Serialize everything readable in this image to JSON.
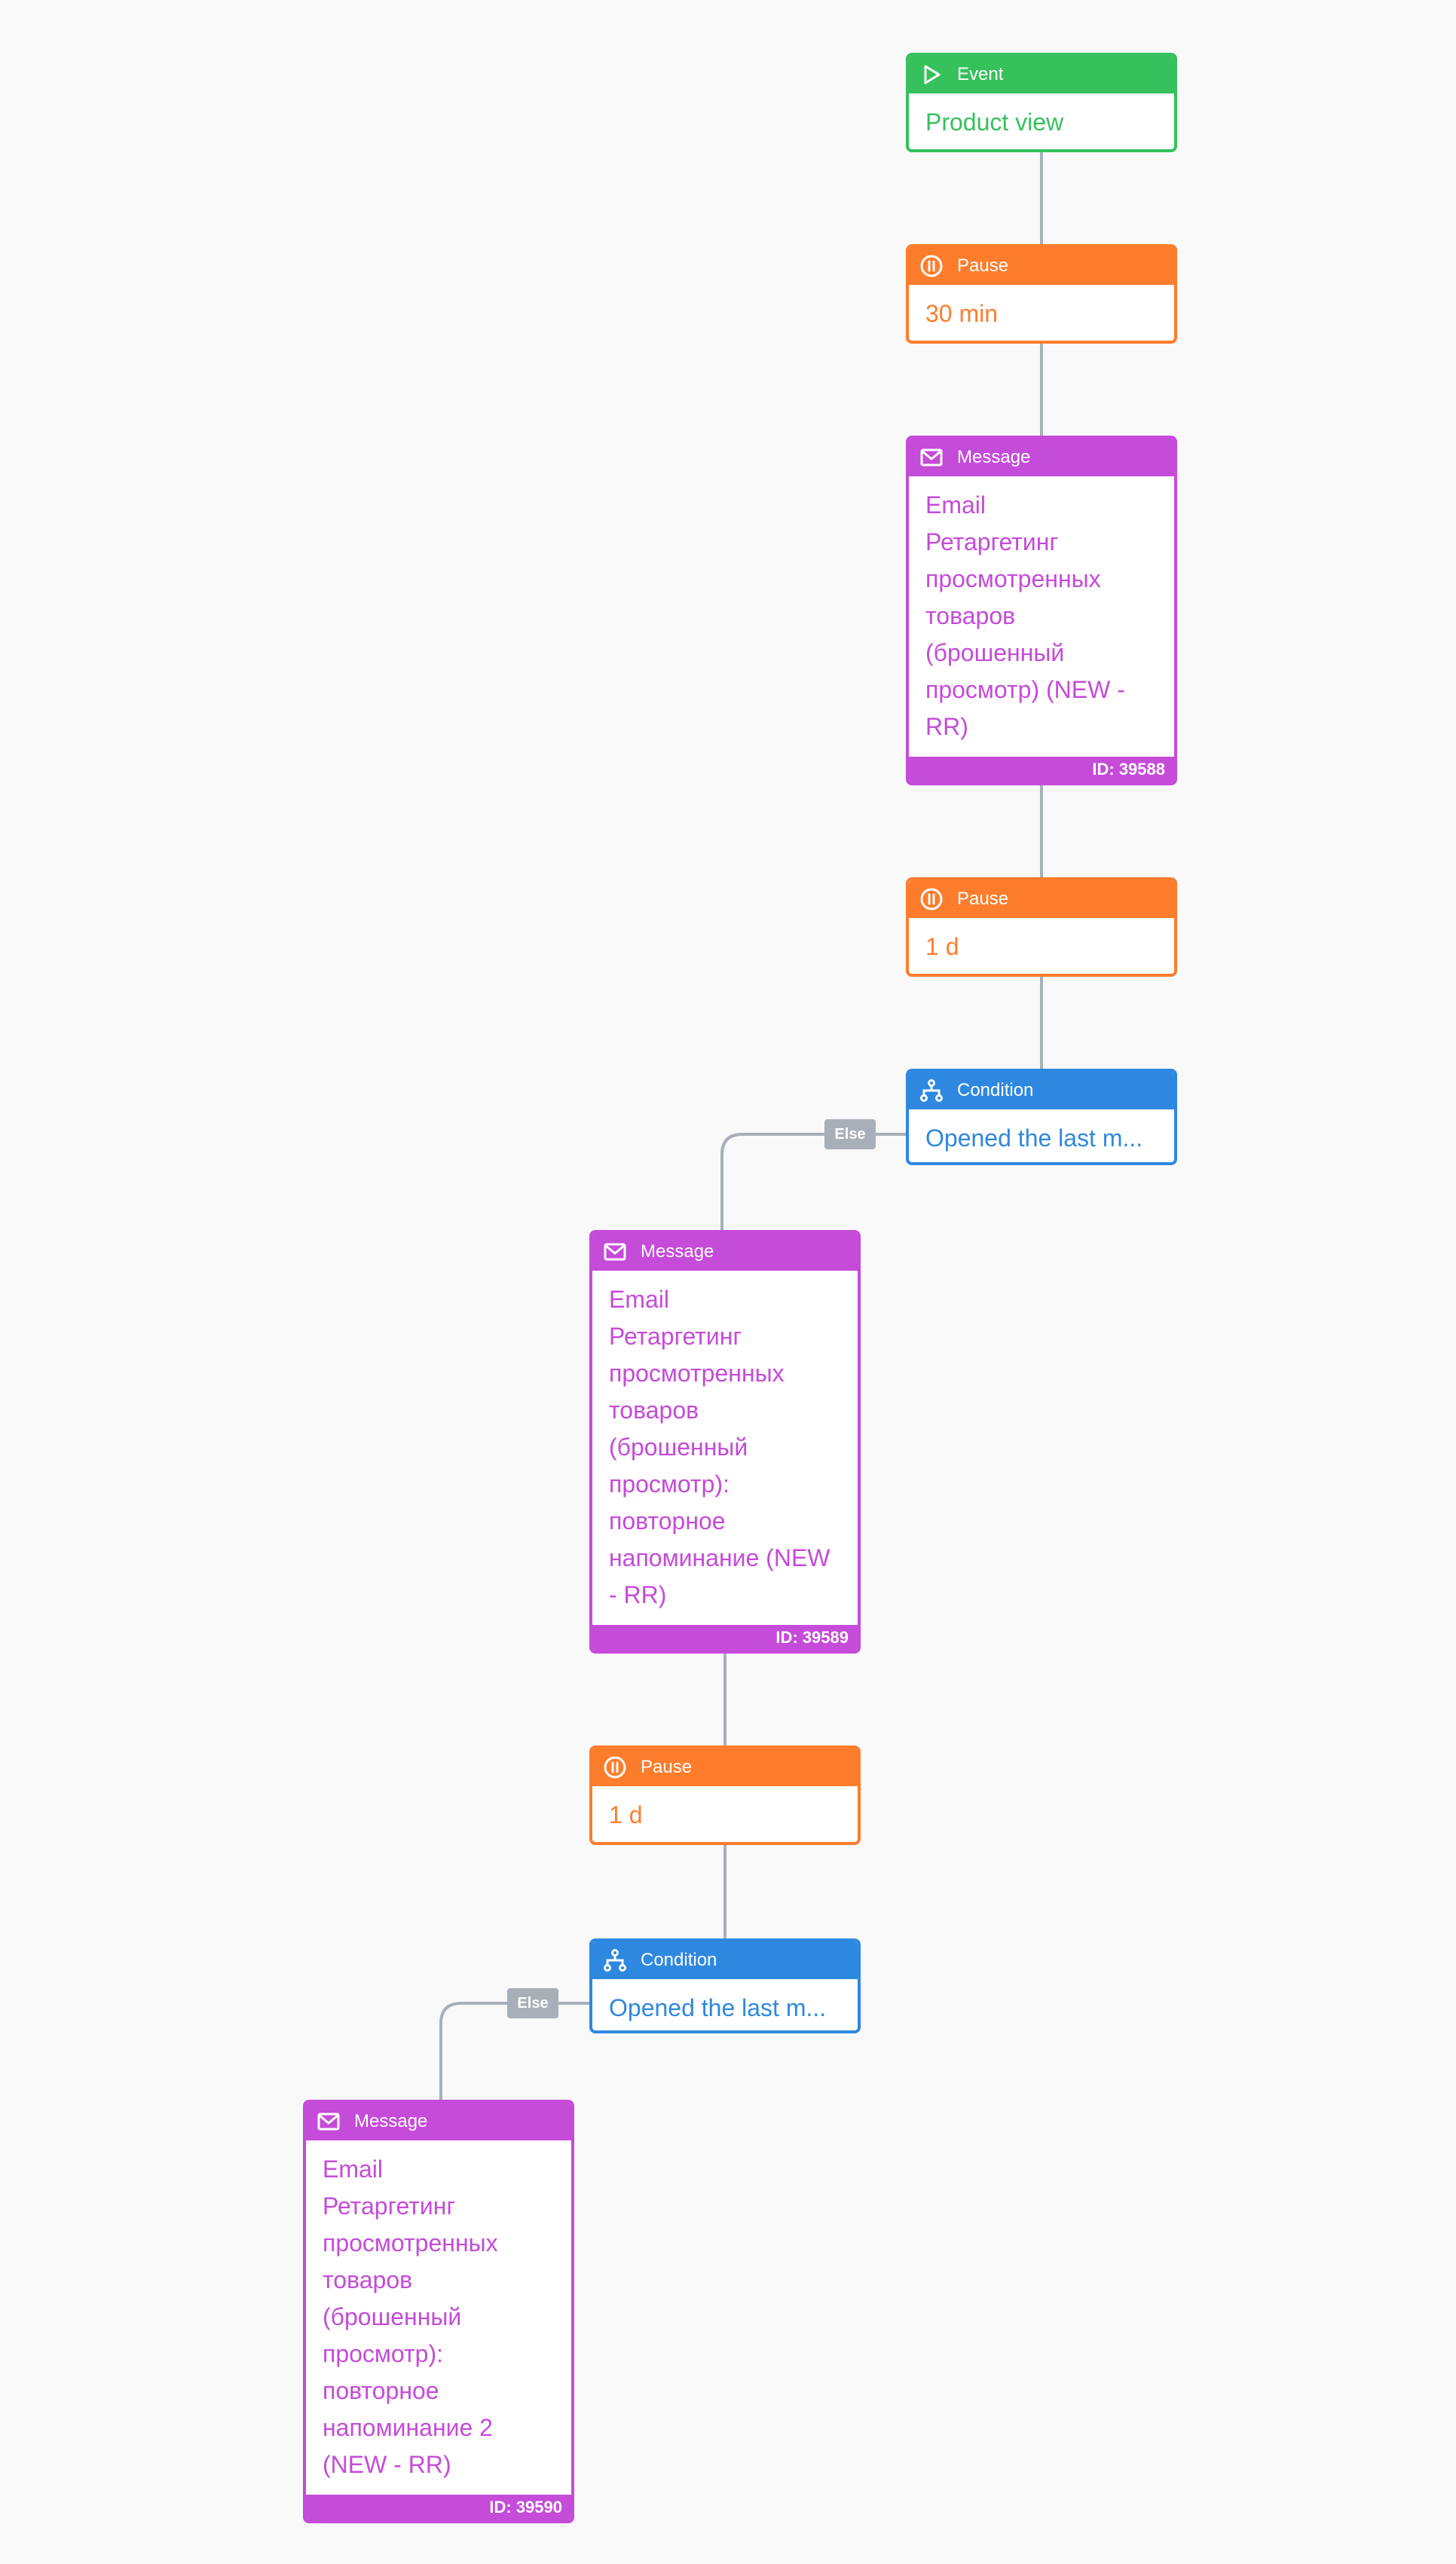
{
  "nodes": {
    "event": {
      "header": "Event",
      "text": "Product view",
      "icon": "play-icon"
    },
    "pause1": {
      "header": "Pause",
      "text": "30 min",
      "icon": "pause-icon"
    },
    "message1": {
      "header": "Message",
      "lines": [
        "Email",
        "Ретаргетинг",
        "просмотренных",
        "товаров",
        "(брошенный",
        "просмотр) (NEW -",
        "RR)"
      ],
      "id": "ID: 39588",
      "icon": "envelope-icon"
    },
    "pause2": {
      "header": "Pause",
      "text": "1 d",
      "icon": "pause-icon"
    },
    "condition1": {
      "header": "Condition",
      "text": "Opened the last m...",
      "else_label": "Else",
      "icon": "branch-icon"
    },
    "message2": {
      "header": "Message",
      "lines": [
        "Email",
        "Ретаргетинг",
        "просмотренных",
        "товаров",
        "(брошенный",
        "просмотр):",
        "повторное",
        "напоминание (NEW",
        "- RR)"
      ],
      "id": "ID: 39589",
      "icon": "envelope-icon"
    },
    "pause3": {
      "header": "Pause",
      "text": "1 d",
      "icon": "pause-icon"
    },
    "condition2": {
      "header": "Condition",
      "text": "Opened the last m...",
      "else_label": "Else",
      "icon": "branch-icon"
    },
    "message3": {
      "header": "Message",
      "lines": [
        "Email",
        "Ретаргетинг",
        "просмотренных",
        "товаров",
        "(брошенный",
        "просмотр):",
        "повторное",
        "напоминание 2",
        "(NEW - RR)"
      ],
      "id": "ID: 39590",
      "icon": "envelope-icon"
    }
  },
  "colors": {
    "event": "#36c15d",
    "pause": "#fd7d2d",
    "message": "#c54bd9",
    "condition": "#2e88e0",
    "connector": "#a8afb8",
    "background": "#f9f9fa"
  }
}
